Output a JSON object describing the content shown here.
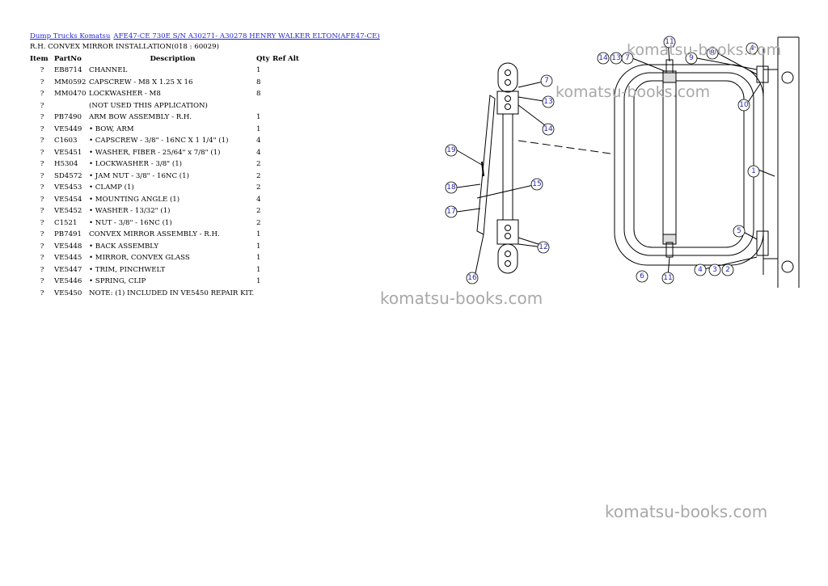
{
  "breadcrumb": {
    "link1": "Dump Trucks Komatsu",
    "link2": "AFE47-CE 730E S/N A30271- A30278 HENRY WALKER ELTON(AFE47-CE)"
  },
  "subtitle": "R.H. CONVEX MIRROR INSTALLATION(018 : 60029)",
  "table": {
    "headers": {
      "item": "Item",
      "part": "PartNo",
      "desc": "Description",
      "qty": "Qty",
      "ref": "Ref",
      "alt": "Alt"
    },
    "rows": [
      {
        "item": "?",
        "part": "EB8714",
        "desc": "CHANNEL",
        "qty": "1"
      },
      {
        "item": "?",
        "part": "MM0592",
        "desc": "CAPSCREW - M8 X 1.25 X 16",
        "qty": "8"
      },
      {
        "item": "?",
        "part": "MM0470",
        "desc": "LOCKWASHER - M8",
        "qty": "8"
      },
      {
        "item": "?",
        "part": "",
        "desc": "(NOT USED THIS APPLICATION)",
        "qty": ""
      },
      {
        "item": "?",
        "part": "PB7490",
        "desc": "ARM BOW ASSEMBLY - R.H.",
        "qty": "1"
      },
      {
        "item": "?",
        "part": "VE5449",
        "desc": "• BOW, ARM",
        "qty": "1"
      },
      {
        "item": "?",
        "part": "C1603",
        "desc": "• CAPSCREW - 3/8\" - 16NC X 1 1/4\" (1)",
        "qty": "4"
      },
      {
        "item": "?",
        "part": "VE5451",
        "desc": "• WASHER, FIBER - 25/64\" x 7/8\" (1)",
        "qty": "4"
      },
      {
        "item": "?",
        "part": "H5304",
        "desc": "• LOCKWASHER - 3/8\" (1)",
        "qty": "2"
      },
      {
        "item": "?",
        "part": "SD4572",
        "desc": "• JAM NUT - 3/8\" - 16NC (1)",
        "qty": "2"
      },
      {
        "item": "?",
        "part": "VE5453",
        "desc": "• CLAMP (1)",
        "qty": "2"
      },
      {
        "item": "?",
        "part": "VE5454",
        "desc": "• MOUNTING ANGLE (1)",
        "qty": "4"
      },
      {
        "item": "?",
        "part": "VE5452",
        "desc": "• WASHER - 13/32\" (1)",
        "qty": "2"
      },
      {
        "item": "?",
        "part": "C1521",
        "desc": "• NUT - 3/8\" - 16NC (1)",
        "qty": "2"
      },
      {
        "item": "?",
        "part": "PB7491",
        "desc": "CONVEX MIRROR ASSEMBLY - R.H.",
        "qty": "1"
      },
      {
        "item": "?",
        "part": "VE5448",
        "desc": "• BACK ASSEMBLY",
        "qty": "1"
      },
      {
        "item": "?",
        "part": "VE5445",
        "desc": "• MIRROR, CONVEX GLASS",
        "qty": "1"
      },
      {
        "item": "?",
        "part": "VE5447",
        "desc": "• TRIM, PINCHWELT",
        "qty": "1"
      },
      {
        "item": "?",
        "part": "VE5446",
        "desc": "• SPRING, CLIP",
        "qty": "1"
      },
      {
        "item": "?",
        "part": "VE5450",
        "desc": "NOTE: (1) INCLUDED IN VE5450 REPAIR KIT.",
        "qty": ""
      }
    ]
  },
  "watermark": "komatsu-books.com",
  "callouts": [
    "7",
    "13",
    "14",
    "19",
    "18",
    "17",
    "16",
    "15",
    "12",
    "11",
    "14",
    "13",
    "7",
    "9",
    "8",
    "4",
    "10",
    "1",
    "5",
    "6",
    "11",
    "4",
    "3",
    "2"
  ]
}
